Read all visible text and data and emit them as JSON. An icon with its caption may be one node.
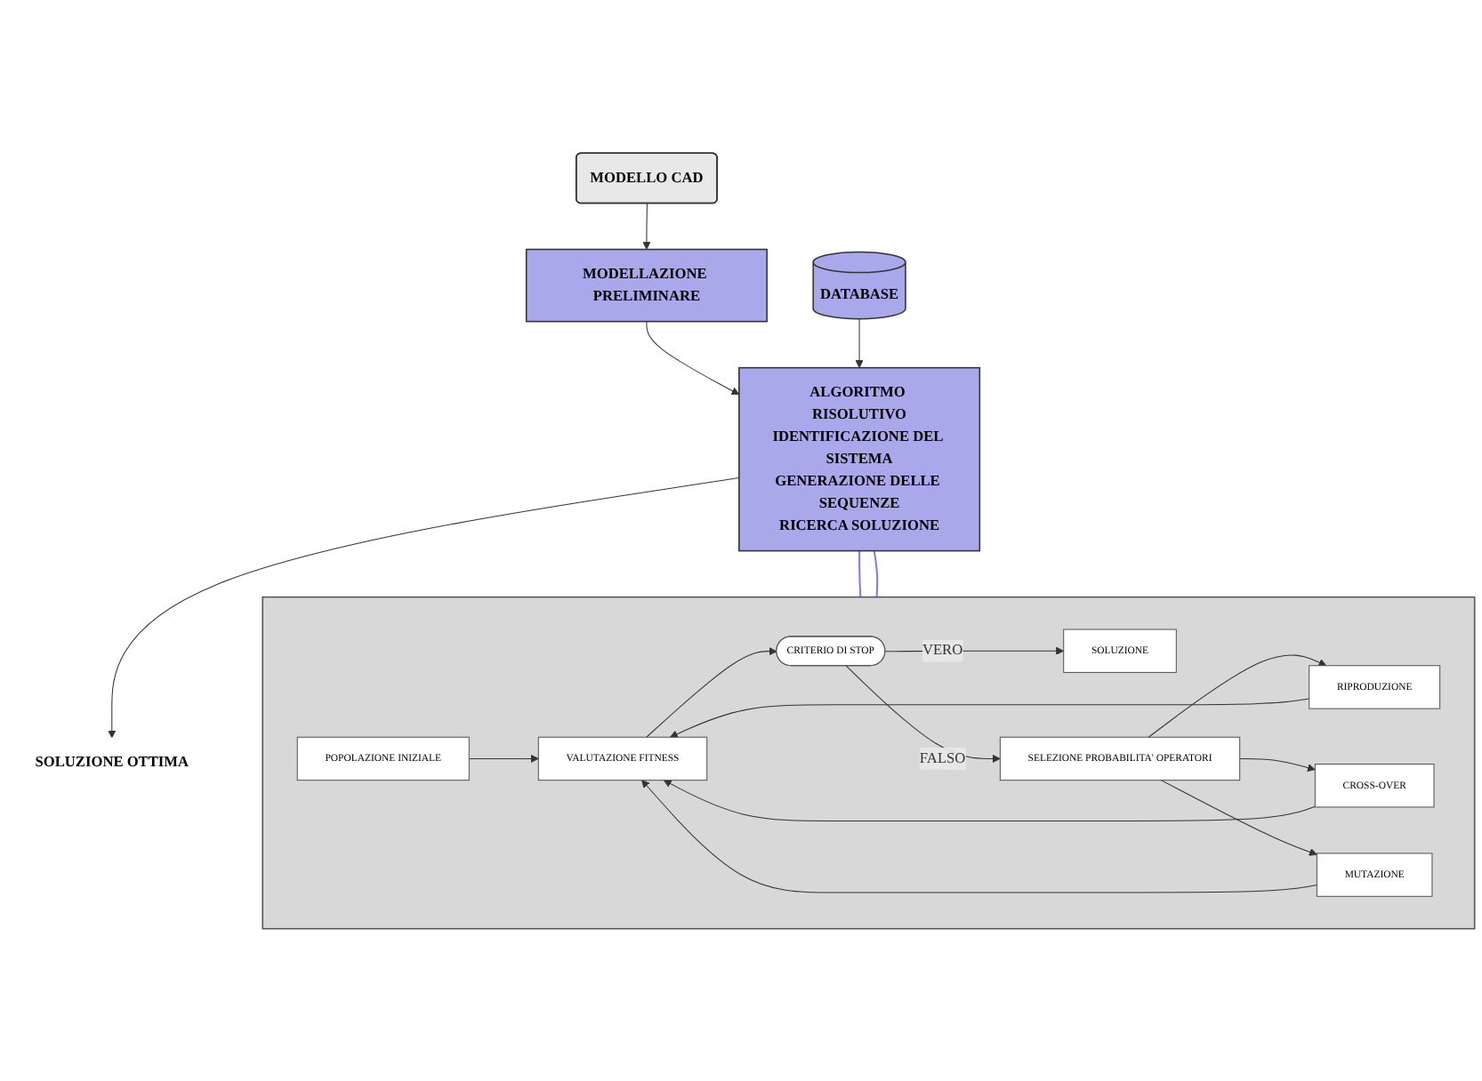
{
  "diagram": {
    "nodes": [
      {
        "text": [
          "MODELLO CAD"
        ]
      },
      {
        "text": [
          "MODELLAZIONE PRELIMINARE"
        ]
      },
      {
        "text": [
          "DATABASE"
        ]
      },
      {
        "text": [
          "ALGORITMO RISOLUTIVO",
          "IDENTIFICAZIONE DEL SISTEMA",
          "GENERAZIONE DELLE SEQUENZE",
          "RICERCA SOLUZIONE"
        ]
      },
      {
        "text": [
          "SOLUZIONE OTTIMA"
        ]
      },
      {
        "text": [],
        "shape": "box"
      },
      {
        "text": [
          "POPOLAZIONE INIZIALE"
        ],
        "in": 5
      },
      {
        "text": [
          "VALUTAZIONE FITNESS"
        ],
        "in": 5
      },
      {
        "text": [
          "CRITERIO DI STOP"
        ],
        "in": 5
      },
      {
        "text": [
          "SOLUZIONE"
        ],
        "in": 5
      },
      {
        "text": [
          "SELEZIONE PROBABILITA' OPERATORI"
        ],
        "in": 5
      },
      {
        "text": [
          "RIPRODUZIONE"
        ],
        "in": 5
      },
      {
        "text": [
          "CROSS-OVER"
        ],
        "in": 5
      },
      {
        "text": [
          "MUTAZIONE"
        ],
        "in": 5
      }
    ],
    "edges": [
      {
        "from": 0,
        "to": 1,
        "arrow": "to"
      },
      {
        "from": 1,
        "to": 3,
        "arrow": "to"
      },
      {
        "from": 2,
        "to": 3,
        "arrow": "to"
      },
      {
        "from": 3,
        "to": 4,
        "arrow": "to"
      },
      {
        "from": 3,
        "to": 5,
        "arrow": "none",
        "color": "#8080e0"
      },
      {
        "from": 3,
        "to": 5,
        "arrow": "none",
        "color": "#8080e0"
      },
      {
        "from": 6,
        "to": 7,
        "arrow": "to"
      },
      {
        "from": 7,
        "to": 8,
        "arrow": "to"
      },
      {
        "from": 8,
        "to": 9,
        "label": "VERO",
        "arrow": "to"
      },
      {
        "from": 8,
        "to": 10,
        "label": "FALSO",
        "arrow": "to"
      },
      {
        "from": 10,
        "to": 11,
        "arrow": "to"
      },
      {
        "from": 10,
        "to": 12,
        "arrow": "to"
      },
      {
        "from": 10,
        "to": 13,
        "arrow": "to"
      },
      {
        "from": 11,
        "to": 7,
        "arrow": "to"
      },
      {
        "from": 12,
        "to": 7,
        "arrow": "to"
      },
      {
        "from": 13,
        "to": 7,
        "arrow": "to"
      }
    ]
  }
}
